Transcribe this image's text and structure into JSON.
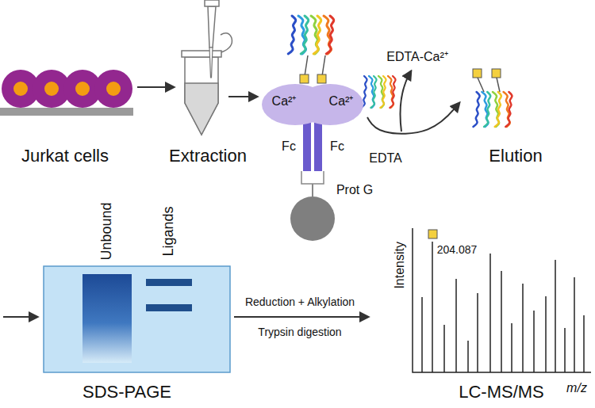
{
  "diagram": {
    "nodes": [
      {
        "text": [
          "Jurkat cells"
        ]
      },
      {
        "text": [
          "Extraction"
        ]
      },
      {
        "text": [
          "Ca²⁺"
        ]
      },
      {
        "text": [
          "Ca²⁺"
        ]
      },
      {
        "text": [
          "Elution"
        ]
      },
      {
        "text": [
          "Unbound",
          "Ligands",
          "SDS-PAGE"
        ]
      },
      {
        "text": [
          "LC-MS/MS"
        ]
      }
    ],
    "edges": [
      {
        "from": 0,
        "to": 1,
        "arrow": "to"
      },
      {
        "from": 1,
        "to": 2,
        "arrow": "to"
      },
      {
        "from": 3,
        "to": 4,
        "arrow": "to"
      },
      {
        "from": 5,
        "to": 6,
        "arrow": "to"
      }
    ],
    "labels": [
      "Fc",
      "Fc",
      "Prot G",
      "EDTA-Ca²⁺",
      "EDTA",
      "Reduction + Alkylation",
      "Trypsin digestion",
      "Intensity",
      "204.087",
      "m/z"
    ]
  }
}
